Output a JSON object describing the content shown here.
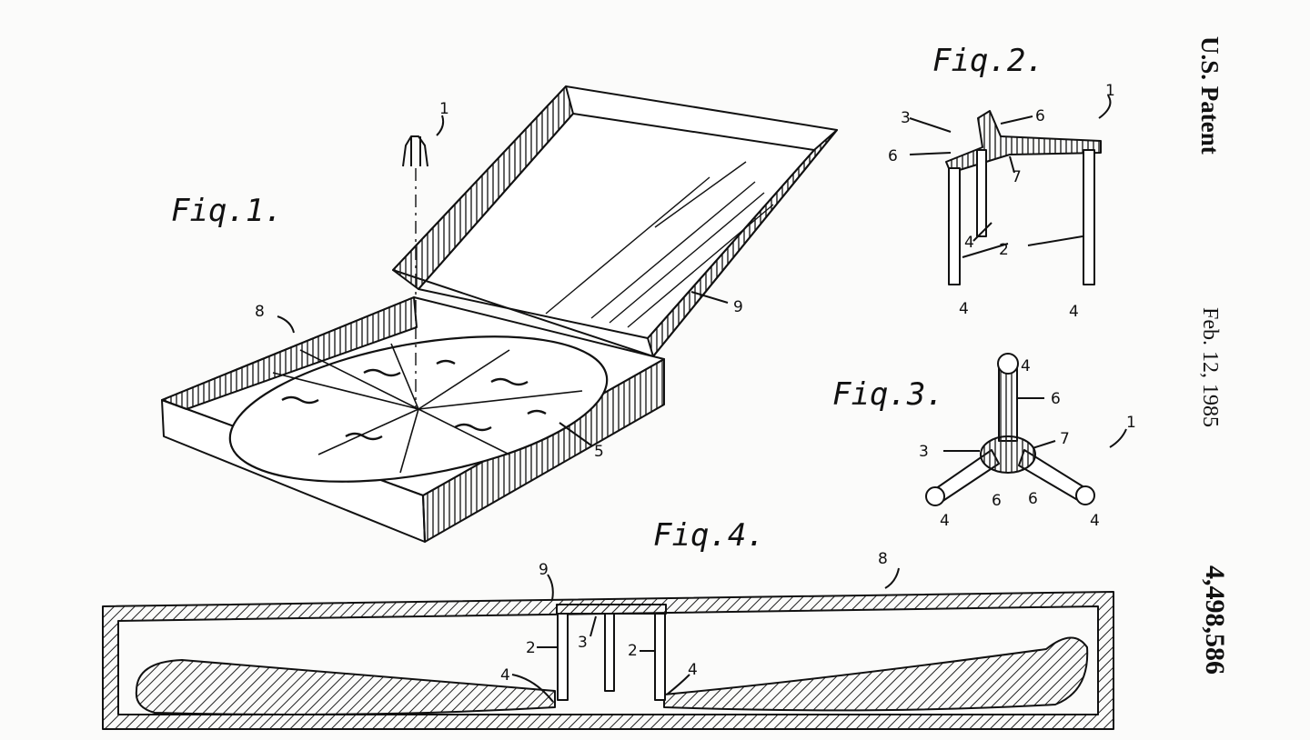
{
  "header": {
    "office": "U.S. Patent",
    "date": "Feb. 12, 1985",
    "number": "4,498,586"
  },
  "figures": {
    "fig1": {
      "label": "Fiq.1.",
      "refs": {
        "r1": "1",
        "r5": "5",
        "r8": "8",
        "r9": "9"
      }
    },
    "fig2": {
      "label": "Fiq.2.",
      "refs": {
        "r1": "1",
        "r2": "2",
        "r3": "3",
        "r4a": "4",
        "r4b": "4",
        "r4c": "4",
        "r6a": "6",
        "r6b": "6",
        "r7": "7"
      }
    },
    "fig3": {
      "label": "Fiq.3.",
      "refs": {
        "r1": "1",
        "r3": "3",
        "r4a": "4",
        "r4b": "4",
        "r4c": "4",
        "r6a": "6",
        "r6b": "6",
        "r6c": "6",
        "r7": "7"
      }
    },
    "fig4": {
      "label": "Fiq.4.",
      "refs": {
        "r2a": "2",
        "r2b": "2",
        "r3": "3",
        "r4a": "4",
        "r4b": "4",
        "r8": "8",
        "r9": "9"
      }
    }
  }
}
